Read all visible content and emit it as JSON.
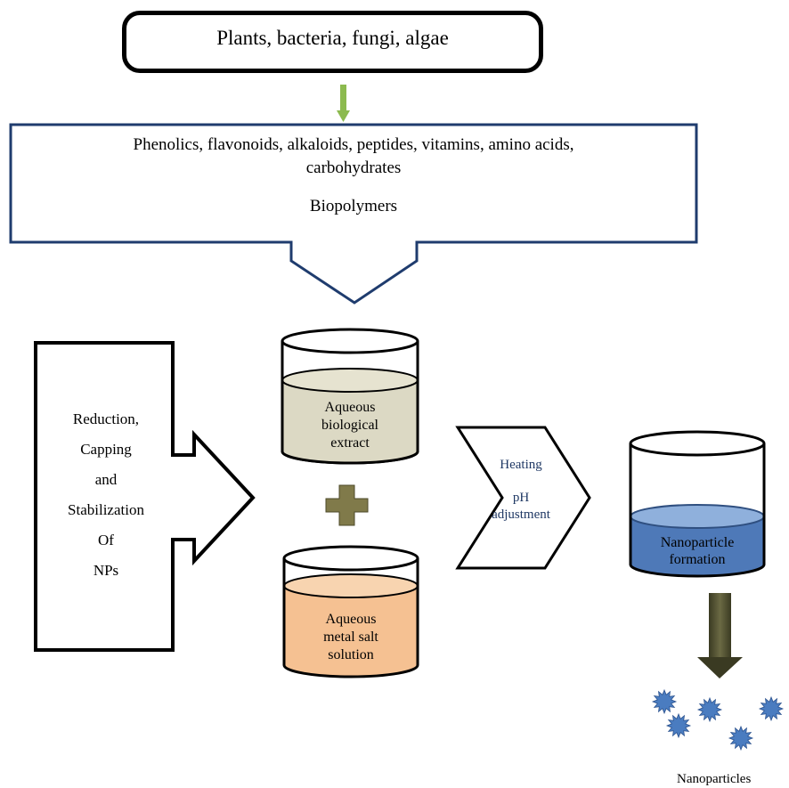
{
  "sources": "Plants, bacteria, fungi, algae",
  "compounds": {
    "line1": "Phenolics, flavonoids, alkaloids, peptides, vitamins, amino acids,",
    "line2": "carbohydrates",
    "line3": "Biopolymers"
  },
  "roles": [
    "Reduction,",
    "Capping",
    "and",
    "Stabilization",
    "Of",
    "NPs"
  ],
  "beaker_extract": [
    "Aqueous",
    "biological",
    "extract"
  ],
  "beaker_salt": [
    "Aqueous",
    "metal salt",
    "solution"
  ],
  "conditions": [
    "Heating",
    "pH",
    "adjustment"
  ],
  "beaker_product": [
    "Nanoparticle",
    "formation"
  ],
  "nanoparticles_label": "Nanoparticles",
  "colors": {
    "green_arrow": "#8cba4f",
    "navy_outline": "#1f3c6e",
    "extract_fill": "#dcd9c4",
    "salt_fill": "#f5c192",
    "product_fill": "#4e79b8",
    "plus_fill": "#807a4a",
    "down_arrow": "#4a4a2c",
    "particle": "#4a7cc0"
  }
}
